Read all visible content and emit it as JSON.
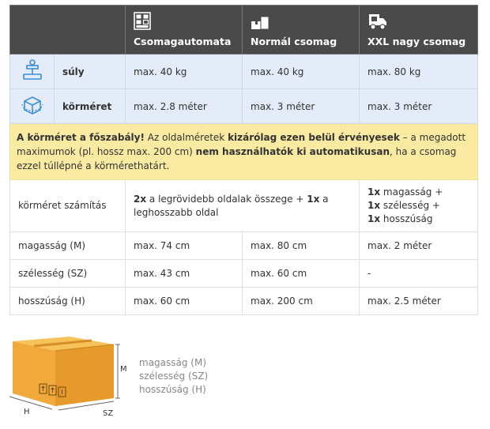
{
  "header": {
    "col1": {
      "label": "Csomagautomata",
      "icon": "locker-icon"
    },
    "col2": {
      "label": "Normál csomag",
      "icon": "package-icon"
    },
    "col3": {
      "label": "XXL nagy csomag",
      "icon": "truck-icon"
    }
  },
  "rows": {
    "weight": {
      "icon": "scale-icon",
      "label": "súly",
      "c1": "max. 40 kg",
      "c2": "max. 40 kg",
      "c3": "max. 80 kg"
    },
    "girth": {
      "icon": "box-3d-icon",
      "label": "körméret",
      "c1": "max. 2.8 méter",
      "c2": "max. 3 méter",
      "c3": "max. 3 méter"
    }
  },
  "notice": {
    "p1": "A körméret a főszabály!",
    "p2": " Az oldalméretek ",
    "p3": "kizárólag ezen belül érvényesek",
    "p4": " – a megadott maximumok (pl. hossz max. 200 cm) ",
    "p5": "nem használhatók ki automatikusan",
    "p6": ", ha a csomag ezzel túllépné a körmérethatárt."
  },
  "calc": {
    "label": "körméret számítás",
    "std": {
      "a": "2x",
      "b": " a legrövidebb oldalak összege + ",
      "c": "1x",
      "d": " a leghosszabb oldal"
    },
    "xxl": {
      "a": "1x",
      "b": " magasság +",
      "c": "1x",
      "d": " szélesség +",
      "e": "1x",
      "f": " hosszúság"
    }
  },
  "dims": [
    {
      "label": "magasság (M)",
      "c1": "max. 74 cm",
      "c2": "max. 80 cm",
      "c3": "max. 2 méter"
    },
    {
      "label": "szélesség (SZ)",
      "c1": "max. 43 cm",
      "c2": "max. 60 cm",
      "c3": "-"
    },
    {
      "label": "hosszúság (H)",
      "c1": "max. 60 cm",
      "c2": "max. 200 cm",
      "c3": "max. 2.5 méter"
    }
  ],
  "legend": {
    "m": "magasság (M)",
    "sz": "szélesség (SZ)",
    "h": "hosszúság (H)"
  },
  "box_labels": {
    "m": "M",
    "sz": "SZ",
    "h": "H"
  },
  "colors": {
    "header_bg": "#4a4a4a",
    "blue_row": "#e3ecf8",
    "notice_bg": "#faeaa2",
    "icon_blue": "#3b8fd6",
    "box_orange": "#f0a93a"
  }
}
